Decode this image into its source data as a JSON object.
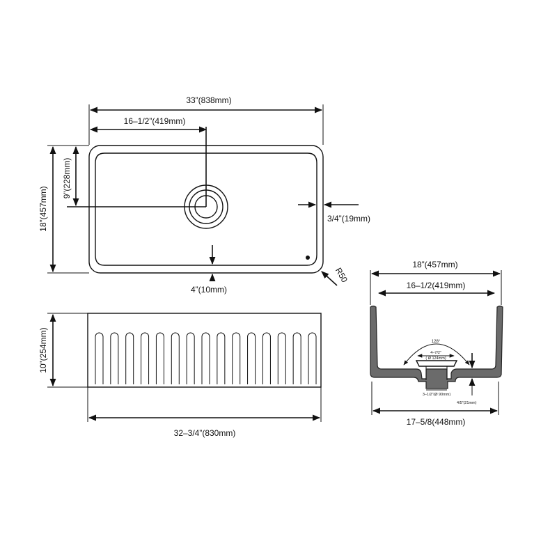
{
  "top_view": {
    "overall_width": "33”(838mm)",
    "center_offset": "16–1/2”(419mm)",
    "overall_depth": "18”(457mm)",
    "drain_offset": "9”(228mm)",
    "rim_width": "3/4”(19mm)",
    "bottom_gap": "4”(10mm)",
    "corner_radius": "R50"
  },
  "front_view": {
    "apron_height": "10”(254mm)",
    "apron_width": "32–3/4”(830mm)",
    "flutes": 15
  },
  "side_view": {
    "overall_depth": "18”(457mm)",
    "inner_depth": "16–1/2(419mm)",
    "drain_angle": "128°",
    "flange_diameter": "4–7/2”",
    "flange_mm": "( Ø 124mm)",
    "drain_diameter": "3–1/2”(Ø 90mm)",
    "floor_thickness": "4/5”(21mm)",
    "bottom_width": "17–5/8(448mm)"
  },
  "colors": {
    "line": "#111111",
    "section_fill": "#6b6b6b"
  }
}
